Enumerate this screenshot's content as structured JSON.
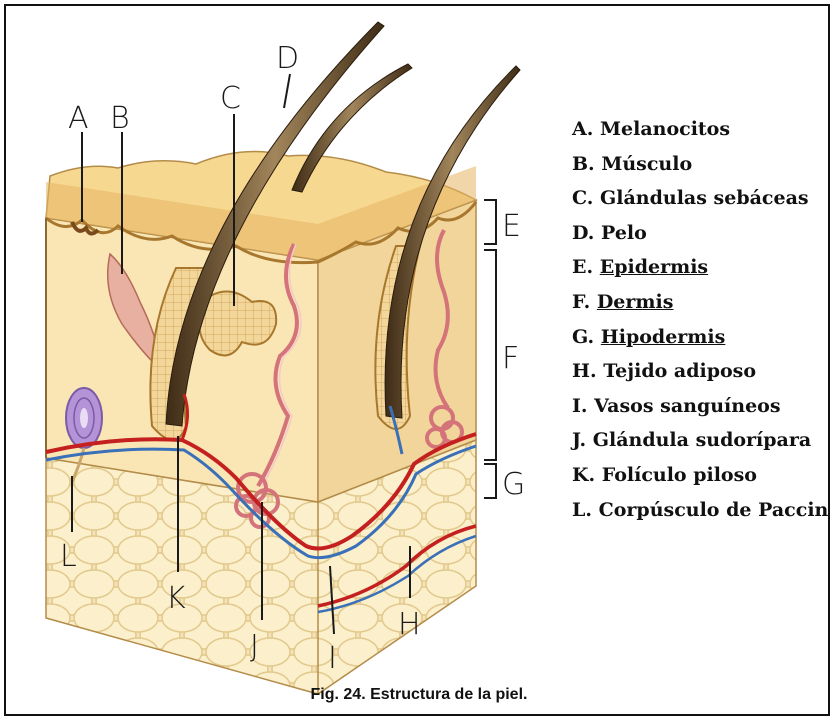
{
  "labels": [
    "A",
    "B",
    "C",
    "D",
    "E",
    "F",
    "G",
    "H",
    "I",
    "J",
    "K",
    "L"
  ],
  "legend": [
    {
      "prefix": "A.",
      "term": "Melanocitos",
      "underline": false
    },
    {
      "prefix": "B.",
      "term": "Músculo",
      "underline": false
    },
    {
      "prefix": "C.",
      "term": "Glándulas sebáceas",
      "underline": false
    },
    {
      "prefix": "D.",
      "term": "Pelo",
      "underline": false
    },
    {
      "prefix": "E.",
      "term": "Epidermis",
      "underline": true
    },
    {
      "prefix": "F.",
      "term": "Dermis",
      "underline": true
    },
    {
      "prefix": "G.",
      "term": "Hipodermis",
      "underline": true
    },
    {
      "prefix": "H.",
      "term": "Tejido adiposo",
      "underline": false
    },
    {
      "prefix": "I.",
      "term": "Vasos sanguíneos",
      "underline": false
    },
    {
      "prefix": "J.",
      "term": "Glándula sudorípara",
      "underline": false
    },
    {
      "prefix": "K.",
      "term": "Folículo piloso",
      "underline": false
    },
    {
      "prefix": "L.",
      "term": "Corpúsculo de Paccini",
      "underline": false
    }
  ],
  "caption": "Fig. 24. Estructura de la piel.",
  "colors": {
    "epidermis": "#e9c27a",
    "dermis": "#f8e4b2",
    "hypodermis": "#f3e2b6",
    "hair": "#6e5331",
    "vessel_red": "#c42020",
    "vessel_blue": "#3a70b8",
    "gland": "#e9a2a6",
    "paccini": "#b08ad0"
  }
}
